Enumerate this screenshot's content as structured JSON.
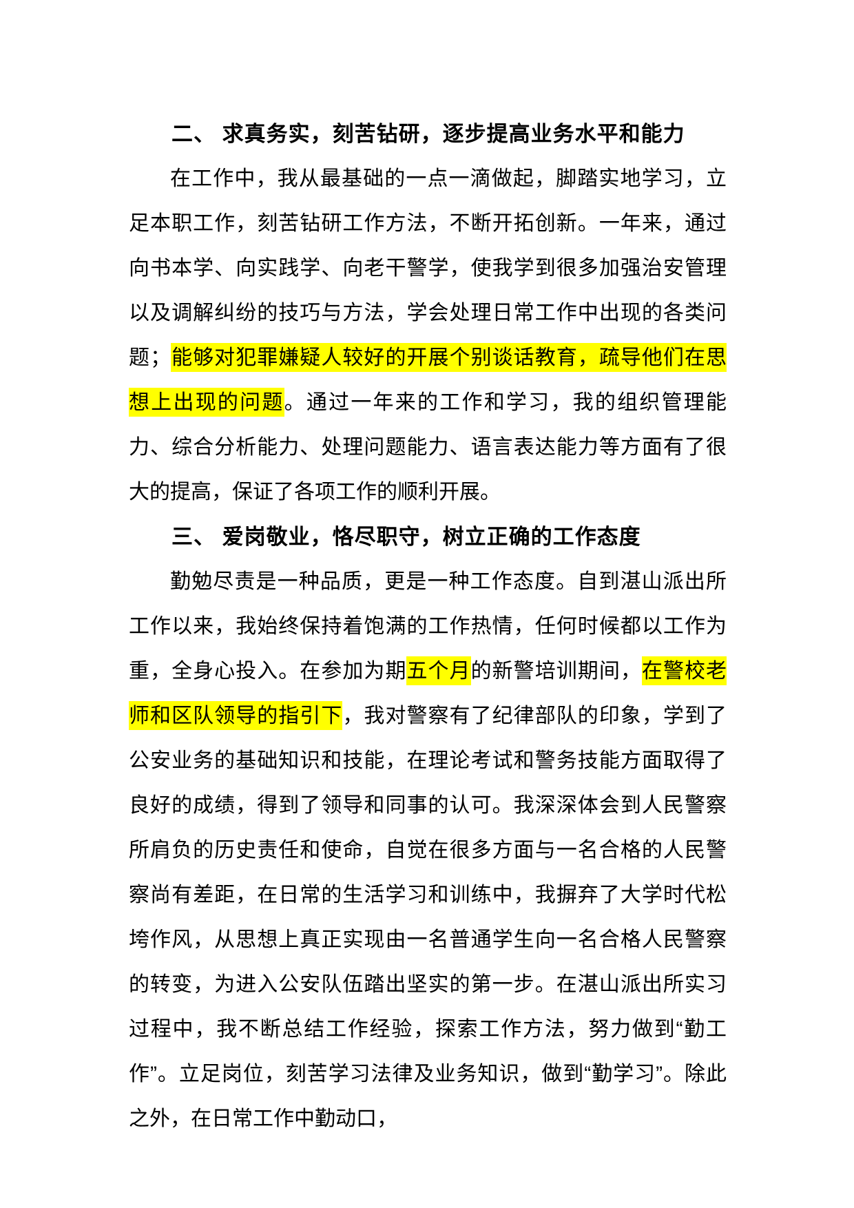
{
  "page": {
    "background_color": "#ffffff",
    "text_color": "#000000",
    "highlight_color": "#ffff00"
  },
  "document": {
    "sections": [
      {
        "heading": "二、 求真务实，刻苦钻研，逐步提高业务水平和能力",
        "paragraphs": [
          {
            "runs": [
              {
                "highlight": false,
                "text": "在工作中，我从最基础的一点一滴做起，脚踏实地学习，立足本职工作，刻苦钻研工作方法，不断开拓创新。一年来，通过向书本学、向实践学、向老干警学，使我学到很多加强治安管理以及调解纠纷的技巧与方法，学会处理日常工作中出现的各类问题；"
              },
              {
                "highlight": true,
                "text": "能够对犯罪嫌疑人较好的开展个别谈话教育，疏导他们在思想上出现的问题"
              },
              {
                "highlight": false,
                "text": "。通过一年来的工作和学习，我的组织管理能力、综合分析能力、处理问题能力、语言表达能力等方面有了很大的提高，保证了各项工作的顺利开展。"
              }
            ]
          }
        ]
      },
      {
        "heading": "三、 爱岗敬业，恪尽职守，树立正确的工作态度",
        "paragraphs": [
          {
            "runs": [
              {
                "highlight": false,
                "text": "勤勉尽责是一种品质，更是一种工作态度。自到湛山派出所工作以来，我始终保持着饱满的工作热情，任何时候都以工作为重，全身心投入。在参加为期"
              },
              {
                "highlight": true,
                "text": "五个月"
              },
              {
                "highlight": false,
                "text": "的新警培训期间，"
              },
              {
                "highlight": true,
                "text": "在警校老师和区队领导的指引下"
              },
              {
                "highlight": false,
                "text": "，我对警察有了纪律部队的印象，学到了公安业务的基础知识和技能，在理论考试和警务技能方面取得了良好的成绩，得到了领导和同事的认可。我深深体会到人民警察所肩负的历史责任和使命，自觉在很多方面与一名合格的人民警察尚有差距，在日常的生活学习和训练中，我摒弃了大学时代松垮作风，从思想上真正实现由一名普通学生向一名合格人民警察的转变，为进入公安队伍踏出坚实的第一步。在湛山派出所实习过程中，我不断总结工作经验，探索工作方法，努力做到“勤工作”。立足岗位，刻苦学习法律及业务知识，做到“勤学习”。除此之外，在日常工作中勤动口，"
              }
            ]
          }
        ]
      }
    ]
  }
}
